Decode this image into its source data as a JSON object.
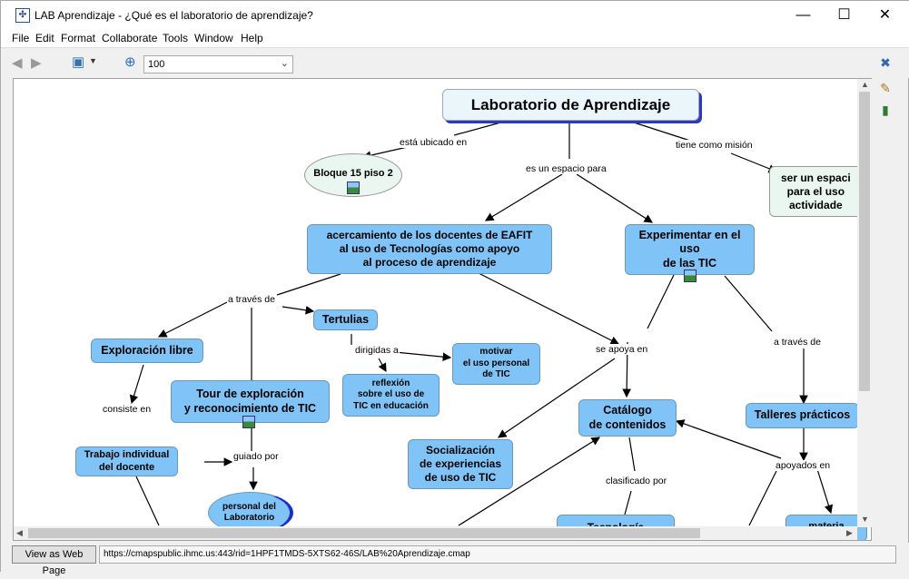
{
  "window": {
    "title": "LAB Aprendizaje - ¿Qué es el laboratorio de aprendizaje?",
    "app_icon": "cmap-icon",
    "controls": {
      "minimize": "—",
      "maximize": "☐",
      "close": "✕"
    }
  },
  "menu": [
    "File",
    "Edit",
    "Format",
    "Collaborate",
    "Tools",
    "Window",
    "Help"
  ],
  "toolbar": {
    "zoom_value": "100",
    "icons": [
      "back-arrow-icon",
      "forward-arrow-icon",
      "view-options-icon",
      "zoom-icon"
    ]
  },
  "right_panel_icons": [
    "collaboration-icon",
    "pencil-icon",
    "book-icon"
  ],
  "concept_map": {
    "nodes": {
      "root": "Laboratorio de Aprendizaje",
      "bloque": "Bloque 15 piso 2",
      "espacio": "ser un espaci\npara el uso\nactividade",
      "acercamiento": "acercamiento de los docentes de EAFIT\nal uso de Tecnologías como apoyo\nal proceso de aprendizaje",
      "experimentar": "Experimentar en el\nuso\nde las TIC",
      "tertulias": "Tertulias",
      "exploracion": "Exploración libre",
      "tour": "Tour de exploración\ny reconocimiento de TIC",
      "motivar": "motivar\nel uso personal\nde TIC",
      "reflexion": "reflexión\nsobre el uso de\nTIC en educación",
      "catalogo": "Catálogo\nde contenidos",
      "talleres": "Talleres prácticos",
      "socializacion": "Socialización\nde experiencias\nde uso de TIC",
      "trabajo": "Trabajo individual\ndel docente",
      "personal": "personal del\nLaboratorio",
      "tecnologia": "Tecnología",
      "materia": "materia"
    },
    "links": {
      "ubicado": "está ubicado en",
      "espacio_para": "es un espacio para",
      "mision": "tiene como misión",
      "traves1": "a través de",
      "dirigidas": "dirigidas a",
      "apoya": "se  apoya en",
      "traves2": "a través de",
      "consiste": "consiste en",
      "guiado": "guiado por",
      "clasificado": "clasificado por",
      "apoyados": "apoyados en"
    }
  },
  "status": {
    "web_button": "View as Web Page",
    "url": "https://cmapspublic.ihmc.us:443/rid=1HPF1TMDS-5XTS62-46S/LAB%20Aprendizaje.cmap"
  }
}
